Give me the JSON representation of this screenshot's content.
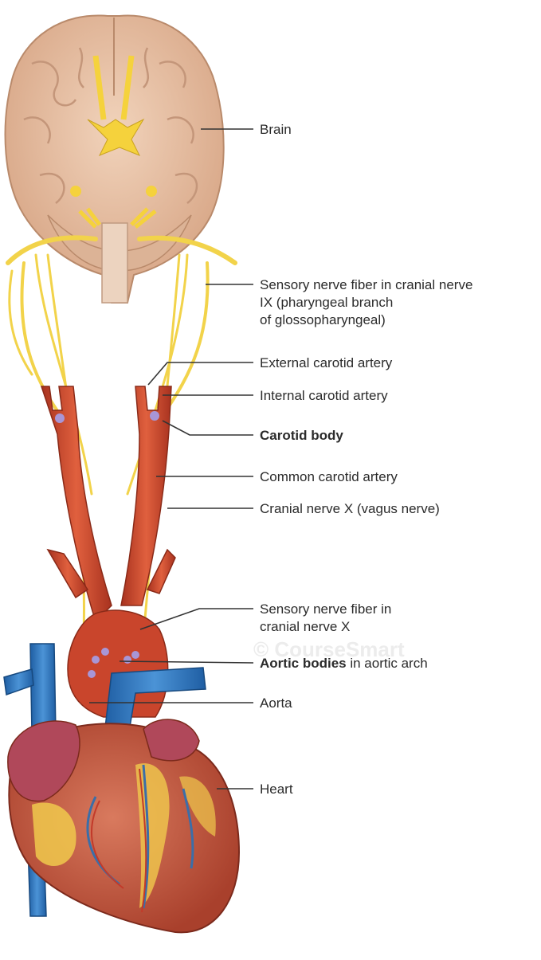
{
  "labels": {
    "brain": "Brain",
    "sensory_ix_line1": "Sensory nerve fiber in cranial nerve",
    "sensory_ix_line2": "IX (pharyngeal branch",
    "sensory_ix_line3": "of glossopharyngeal)",
    "external_carotid": "External carotid artery",
    "internal_carotid": "Internal carotid artery",
    "carotid_body": "Carotid body",
    "common_carotid": "Common carotid artery",
    "vagus": "Cranial nerve X (vagus nerve)",
    "sensory_x_line1": "Sensory nerve fiber in",
    "sensory_x_line2": "cranial nerve X",
    "aortic_bodies_bold": "Aortic bodies",
    "aortic_bodies_rest": " in aortic arch",
    "aorta": "Aorta",
    "heart": "Heart"
  },
  "watermark": "© CourseSmart",
  "colors": {
    "brain": "#e9c3a6",
    "brain_shadow": "#c99a7c",
    "nerve": "#f2d34a",
    "artery": "#cf4a2e",
    "vein": "#3a7fc4",
    "heart": "#c25a43",
    "fat": "#f0c94c",
    "body_purple": "#a896d6",
    "leader": "#333333"
  }
}
